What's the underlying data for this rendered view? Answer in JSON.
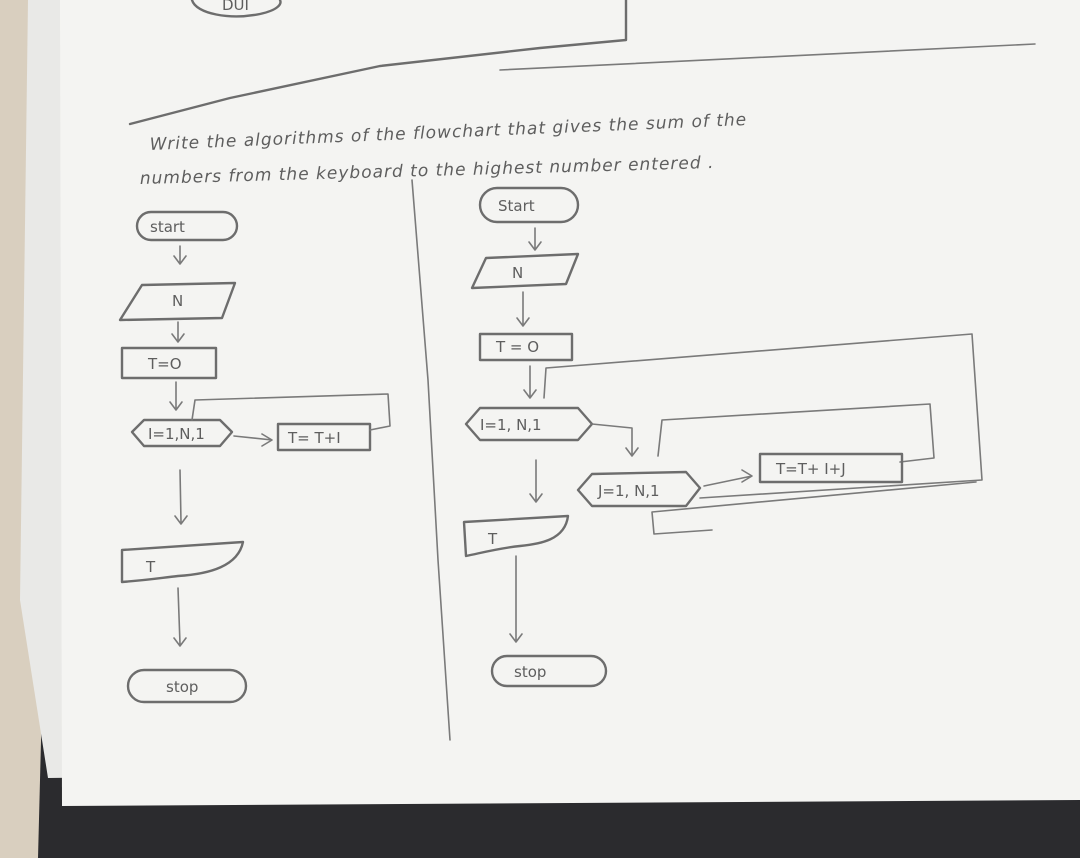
{
  "photo": {
    "colors": {
      "table": "#2b2b2e",
      "desk_left": "#d9cfbf",
      "paper_under": "#e9e9e7",
      "paper": "#f4f4f2",
      "pencil": "#6d6d6d"
    }
  },
  "top_fragment": {
    "terminal_text": "DUI"
  },
  "prompt": {
    "line1": "Write the algorithms of the flowchart that gives the sum of the",
    "line2": "numbers from the keyboard to the highest number entered ."
  },
  "flowchart_left": {
    "start": "start",
    "input": "N",
    "init": "T=O",
    "loop": "I=1,N,1",
    "body": "T= T+I",
    "output": "T",
    "stop": "stop"
  },
  "flowchart_right": {
    "start": "Start",
    "input": "N",
    "init": "T = O",
    "outer_loop": "I=1, N,1",
    "inner_loop": "J=1, N,1",
    "body": "T=T+ I+J",
    "output": "T",
    "stop": "stop"
  }
}
